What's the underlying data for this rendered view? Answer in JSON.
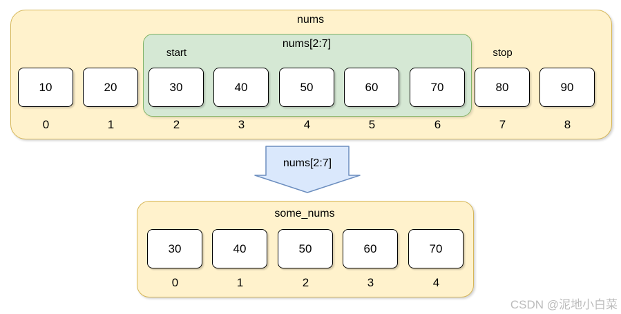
{
  "diagram": {
    "top_array": {
      "title": "nums",
      "cells": [
        "10",
        "20",
        "30",
        "40",
        "50",
        "60",
        "70",
        "80",
        "90"
      ],
      "indices": [
        "0",
        "1",
        "2",
        "3",
        "4",
        "5",
        "6",
        "7",
        "8"
      ]
    },
    "slice_overlay": {
      "label": "nums[2:7]",
      "start_label": "start",
      "stop_label": "stop"
    },
    "arrow": {
      "label": "nums[2:7]"
    },
    "bottom_array": {
      "title": "some_nums",
      "cells": [
        "30",
        "40",
        "50",
        "60",
        "70"
      ],
      "indices": [
        "0",
        "1",
        "2",
        "3",
        "4"
      ]
    },
    "watermark": "CSDN @泥地小白菜",
    "colors": {
      "container_fill": "#fff2cc",
      "container_border": "#d6b656",
      "slice_fill": "#d5e8d4",
      "slice_border": "#82b366",
      "arrow_fill": "#dae8fc",
      "arrow_border": "#6c8ebf",
      "cell_fill": "#ffffff",
      "cell_border": "#000000",
      "watermark_color": "#bcbcbc"
    }
  }
}
